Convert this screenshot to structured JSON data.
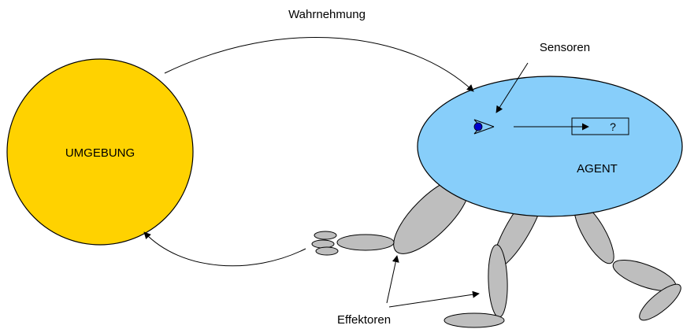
{
  "labels": {
    "perception": "Wahrnehmung",
    "sensors": "Sensoren",
    "environment": "UMGEBUNG",
    "agent": "AGENT",
    "unknown": "?",
    "effectors": "Effektoren"
  },
  "colors": {
    "environment_fill": "#FFD200",
    "agent_fill": "#87CEFA",
    "limb_fill": "#BEBEBE",
    "eye_fill": "#0000CC",
    "stroke": "#000000"
  }
}
